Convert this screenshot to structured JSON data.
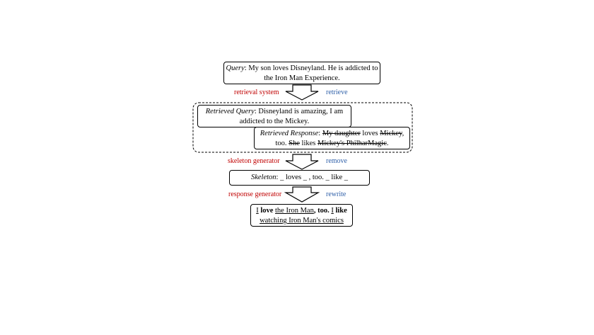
{
  "query": {
    "label": "Query",
    "text_line1": ": My son loves Disneyland. He is addicted to",
    "text_line2": "the Iron Man Experience."
  },
  "step1": {
    "left_label": "retrieval system",
    "right_label": "retrieve"
  },
  "retrieved_query": {
    "label": "Retrieved Query",
    "text_line1": ": Disneyland is amazing, I am",
    "text_line2": "addicted to the Mickey."
  },
  "retrieved_response": {
    "label": "Retrieved Response",
    "sep": ": ",
    "struck_1": "My daughter",
    "plain_1": " loves ",
    "struck_2": "Mickey",
    "plain_2": ",",
    "plain_3": "too. ",
    "struck_3": "She",
    "plain_4": " likes ",
    "struck_4": "Mickey's PhilharMagic",
    "plain_5": "."
  },
  "step2": {
    "left_label": "skeleton generator",
    "right_label": "remove"
  },
  "skeleton": {
    "label": "Skeleton",
    "text": ": _ loves _ , too. _ like _"
  },
  "step3": {
    "left_label": "response generator",
    "right_label": "rewrite"
  },
  "response": {
    "w1": "I",
    "w2": " love ",
    "w3": "the Iron Man",
    "w4": ", too. ",
    "w5": "I",
    "w6": " like",
    "w7": "watching Iron Man's comics"
  },
  "colors": {
    "model_label": "#c00000",
    "action_label": "#2e5fa8"
  }
}
